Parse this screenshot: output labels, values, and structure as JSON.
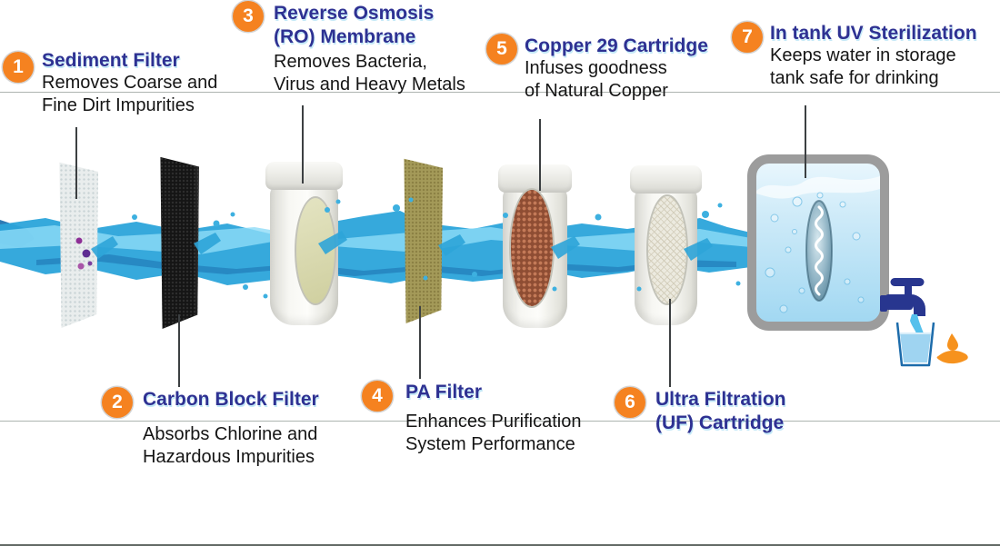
{
  "colors": {
    "accent_orange": "#f58220",
    "navy_title": "#2e3192",
    "description_text": "#151515",
    "stream_blue": "#2ba4da",
    "tank_border": "#9c9c9c",
    "tap_navy": "#28368f",
    "hand_orange": "#f6921e",
    "copper_bead": "#c47a58",
    "copper_bead_dark": "#8e4d33",
    "divider_gray": "#adb4b0"
  },
  "stages": [
    {
      "number": "1",
      "title": "Sediment Filter",
      "description": "Removes Coarse and\nFine Dirt Impurities"
    },
    {
      "number": "2",
      "title": "Carbon Block Filter",
      "description": "Absorbs Chlorine and\nHazardous Impurities"
    },
    {
      "number": "3",
      "title": "Reverse Osmosis\n(RO) Membrane",
      "description": "Removes Bacteria,\nVirus and Heavy Metals"
    },
    {
      "number": "4",
      "title": "PA Filter",
      "description": "Enhances Purification\nSystem Performance"
    },
    {
      "number": "5",
      "title": "Copper 29 Cartridge",
      "description": "Infuses goodness\nof Natural Copper"
    },
    {
      "number": "6",
      "title": "Ultra Filtration\n(UF) Cartridge",
      "description": ""
    },
    {
      "number": "7",
      "title": "In tank UV Sterilization",
      "description": "Keeps water in storage\ntank safe for drinking"
    }
  ]
}
